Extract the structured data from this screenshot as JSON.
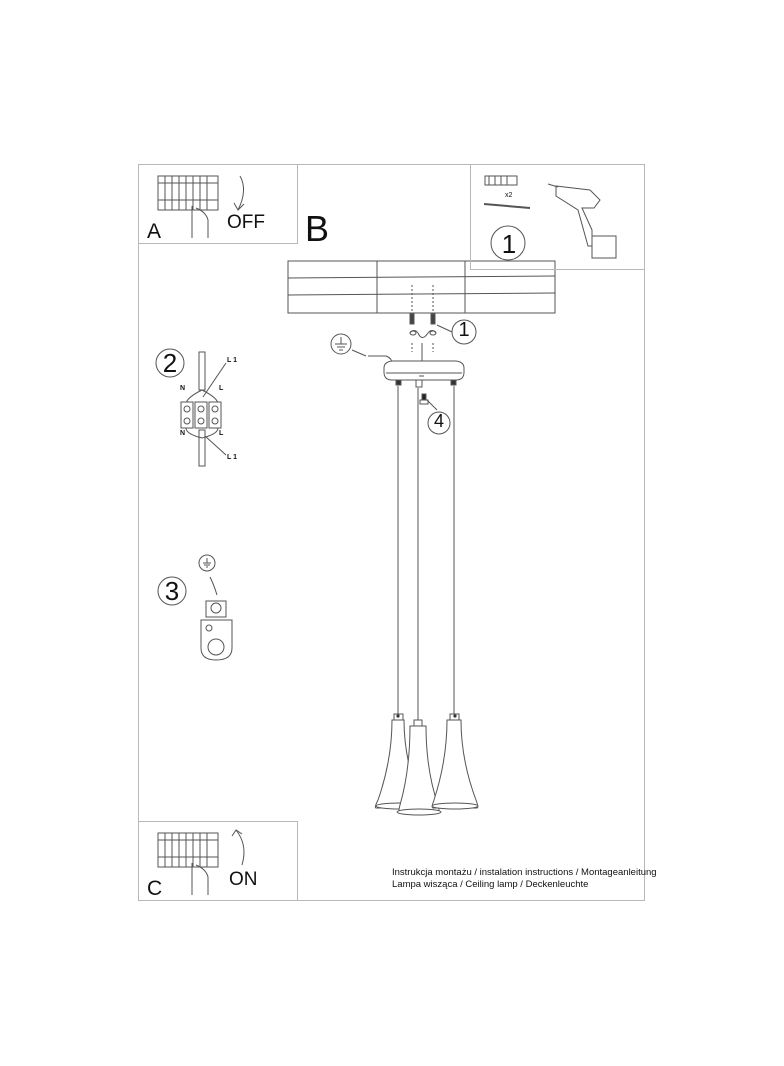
{
  "document": {
    "type": "installation_instructions",
    "steps": {
      "A": {
        "letter": "A",
        "state": "OFF"
      },
      "B": {
        "letter": "B"
      },
      "C": {
        "letter": "C",
        "state": "ON"
      }
    },
    "numbered_steps": {
      "step1_panel": "1",
      "step1_callout": "1",
      "step2": "2",
      "step3": "3",
      "step4": "4"
    },
    "tools": {
      "anchor_qty": "x2"
    },
    "wiring": {
      "labels": {
        "l1_top": "L 1",
        "n_top": "N",
        "l_top": "L",
        "n_bottom": "N",
        "l_bottom": "L",
        "l1_bottom": "L 1"
      }
    },
    "footer": {
      "line1": "Instrukcja montażu / instalation instructions / Montageanleitung",
      "line2": "Lampa wisząca / Ceiling lamp / Deckenleuchte"
    },
    "colors": {
      "line": "#555555",
      "frame": "#b8b8b8",
      "text": "#111111"
    }
  }
}
